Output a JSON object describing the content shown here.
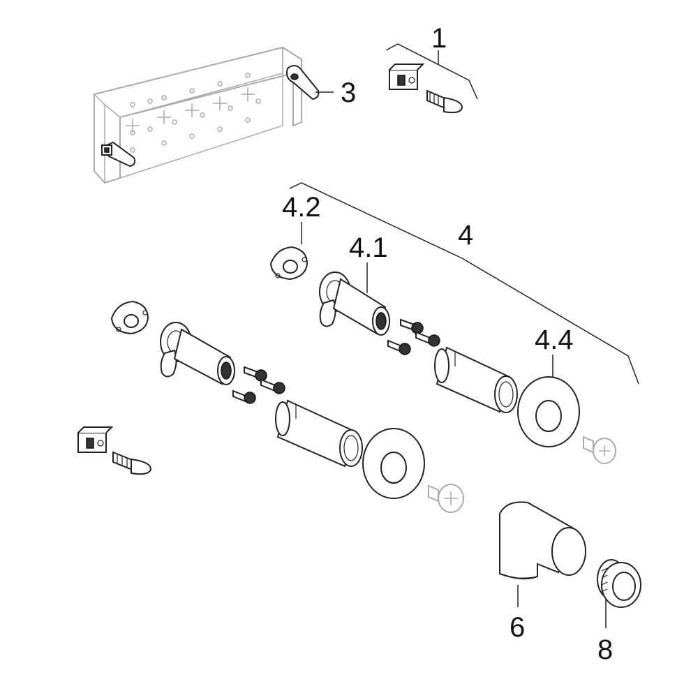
{
  "labels": {
    "l1": "1",
    "l3": "3",
    "l4": "4",
    "l41": "4.1",
    "l42": "4.2",
    "l44": "4.4",
    "l6": "6",
    "l8": "8"
  }
}
